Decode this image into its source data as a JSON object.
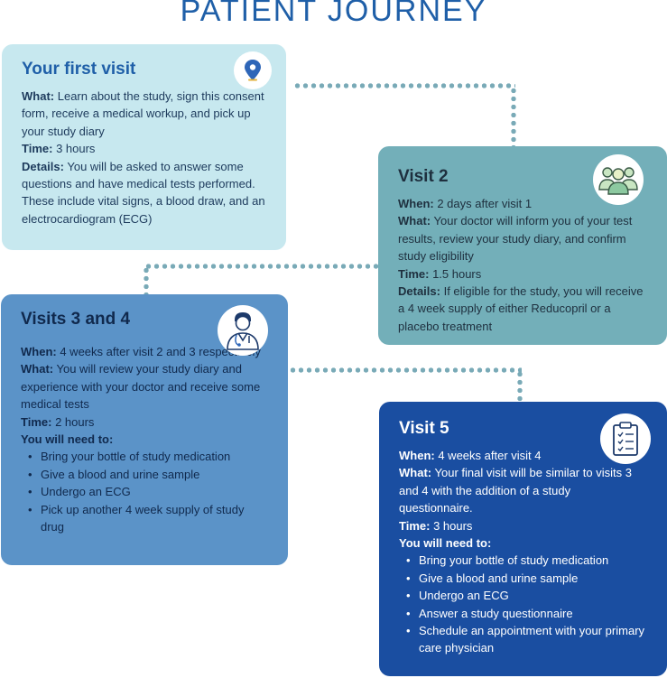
{
  "title": "PATIENT JOURNEY",
  "visit1": {
    "heading": "Your first visit",
    "icon": "location-pin-icon",
    "what_label": "What:",
    "what": "Learn about the study, sign this consent form, receive a medical workup, and pick up your study diary",
    "time_label": "Time:",
    "time": "3 hours",
    "details_label": "Details:",
    "details": "You will be asked to answer some questions and have medical tests performed. These include vital signs, a blood draw, and an electrocardiogram (ECG)"
  },
  "visit2": {
    "heading": "Visit 2",
    "icon": "group-people-icon",
    "when_label": "When:",
    "when": "2 days after visit 1",
    "what_label": "What:",
    "what": "Your doctor will inform you of your test results, review your study diary, and confirm study eligibility",
    "time_label": "Time:",
    "time": "1.5 hours",
    "details_label": "Details:",
    "details": "If eligible for the study, you will receive a 4 week supply of either Reducopril or a placebo treatment"
  },
  "visit34": {
    "heading": "Visits 3 and 4",
    "icon": "doctor-icon",
    "when_label": "When:",
    "when": "4 weeks after visit 2 and 3 respectively",
    "what_label": "What:",
    "what": "You will review your study diary and experience with your doctor and receive some medical tests",
    "time_label": "Time:",
    "time": "2 hours",
    "need_label": "You will need to:",
    "needs": [
      "Bring your bottle of study medication",
      "Give a blood and urine sample",
      "Undergo an ECG",
      "Pick up another 4 week supply of study drug"
    ]
  },
  "visit5": {
    "heading": "Visit 5",
    "icon": "clipboard-checklist-icon",
    "when_label": "When:",
    "when": "4 weeks after visit 4",
    "what_label": "What:",
    "what": "Your final visit will be similar to visits 3 and 4 with the addition of a study questionnaire.",
    "time_label": "Time:",
    "time": "3 hours",
    "need_label": "You will need to:",
    "needs": [
      "Bring your bottle of study medication",
      "Give a blood and urine sample",
      "Undergo an ECG",
      "Answer a study questionnaire",
      "Schedule an appointment with your primary care physician"
    ]
  },
  "colors": {
    "title": "#1f5fa8",
    "connector": "#79aab7",
    "visit1_bg": "#c7e8ef",
    "visit2_bg": "#73afb9",
    "visit34_bg": "#5b93c8",
    "visit5_bg": "#1a4ea1"
  }
}
